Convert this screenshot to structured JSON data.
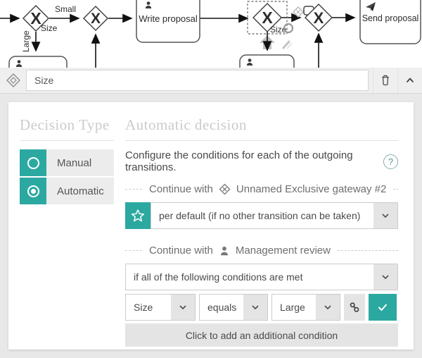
{
  "colors": {
    "teal": "#2ba9a1",
    "page_bg": "#e8e8e8",
    "panel_bg": "#ffffff",
    "control_gray": "#e4e4e4"
  },
  "diagram": {
    "gateway_marker": "X",
    "gateway1_label": "Size",
    "flow_label_small": "Small",
    "flow_label_large": "Large",
    "task_write_proposal": "Write proposal",
    "task_send_proposal": "Send proposal",
    "selected_gateway_label": "Size"
  },
  "toolbar": {
    "element_name_value": "Size",
    "icons": {
      "element_type": "exclusive-gateway-icon",
      "delete": "trash-icon",
      "collapse": "chevron-up-icon"
    }
  },
  "decision_type": {
    "heading": "Decision Type",
    "options": [
      {
        "label": "Manual",
        "selected": false
      },
      {
        "label": "Automatic",
        "selected": true
      }
    ]
  },
  "automatic_decision": {
    "heading": "Automatic decision",
    "description": "Configure the conditions for each of the outgoing transitions.",
    "help_label": "?",
    "transition1": {
      "prefix": "Continue with",
      "target": "Unnamed Exclusive gateway #2",
      "target_icon": "exclusive-gateway-icon",
      "selected_condition": "per default (if no other transition can be taken)"
    },
    "transition2": {
      "prefix": "Continue with",
      "target": "Management review",
      "target_icon": "user-icon",
      "selected_condition": "if all of the following conditions are met",
      "rule": {
        "field": "Size",
        "operator": "equals",
        "value": "Large"
      },
      "add_condition_label": "Click to add an additional condition"
    }
  }
}
